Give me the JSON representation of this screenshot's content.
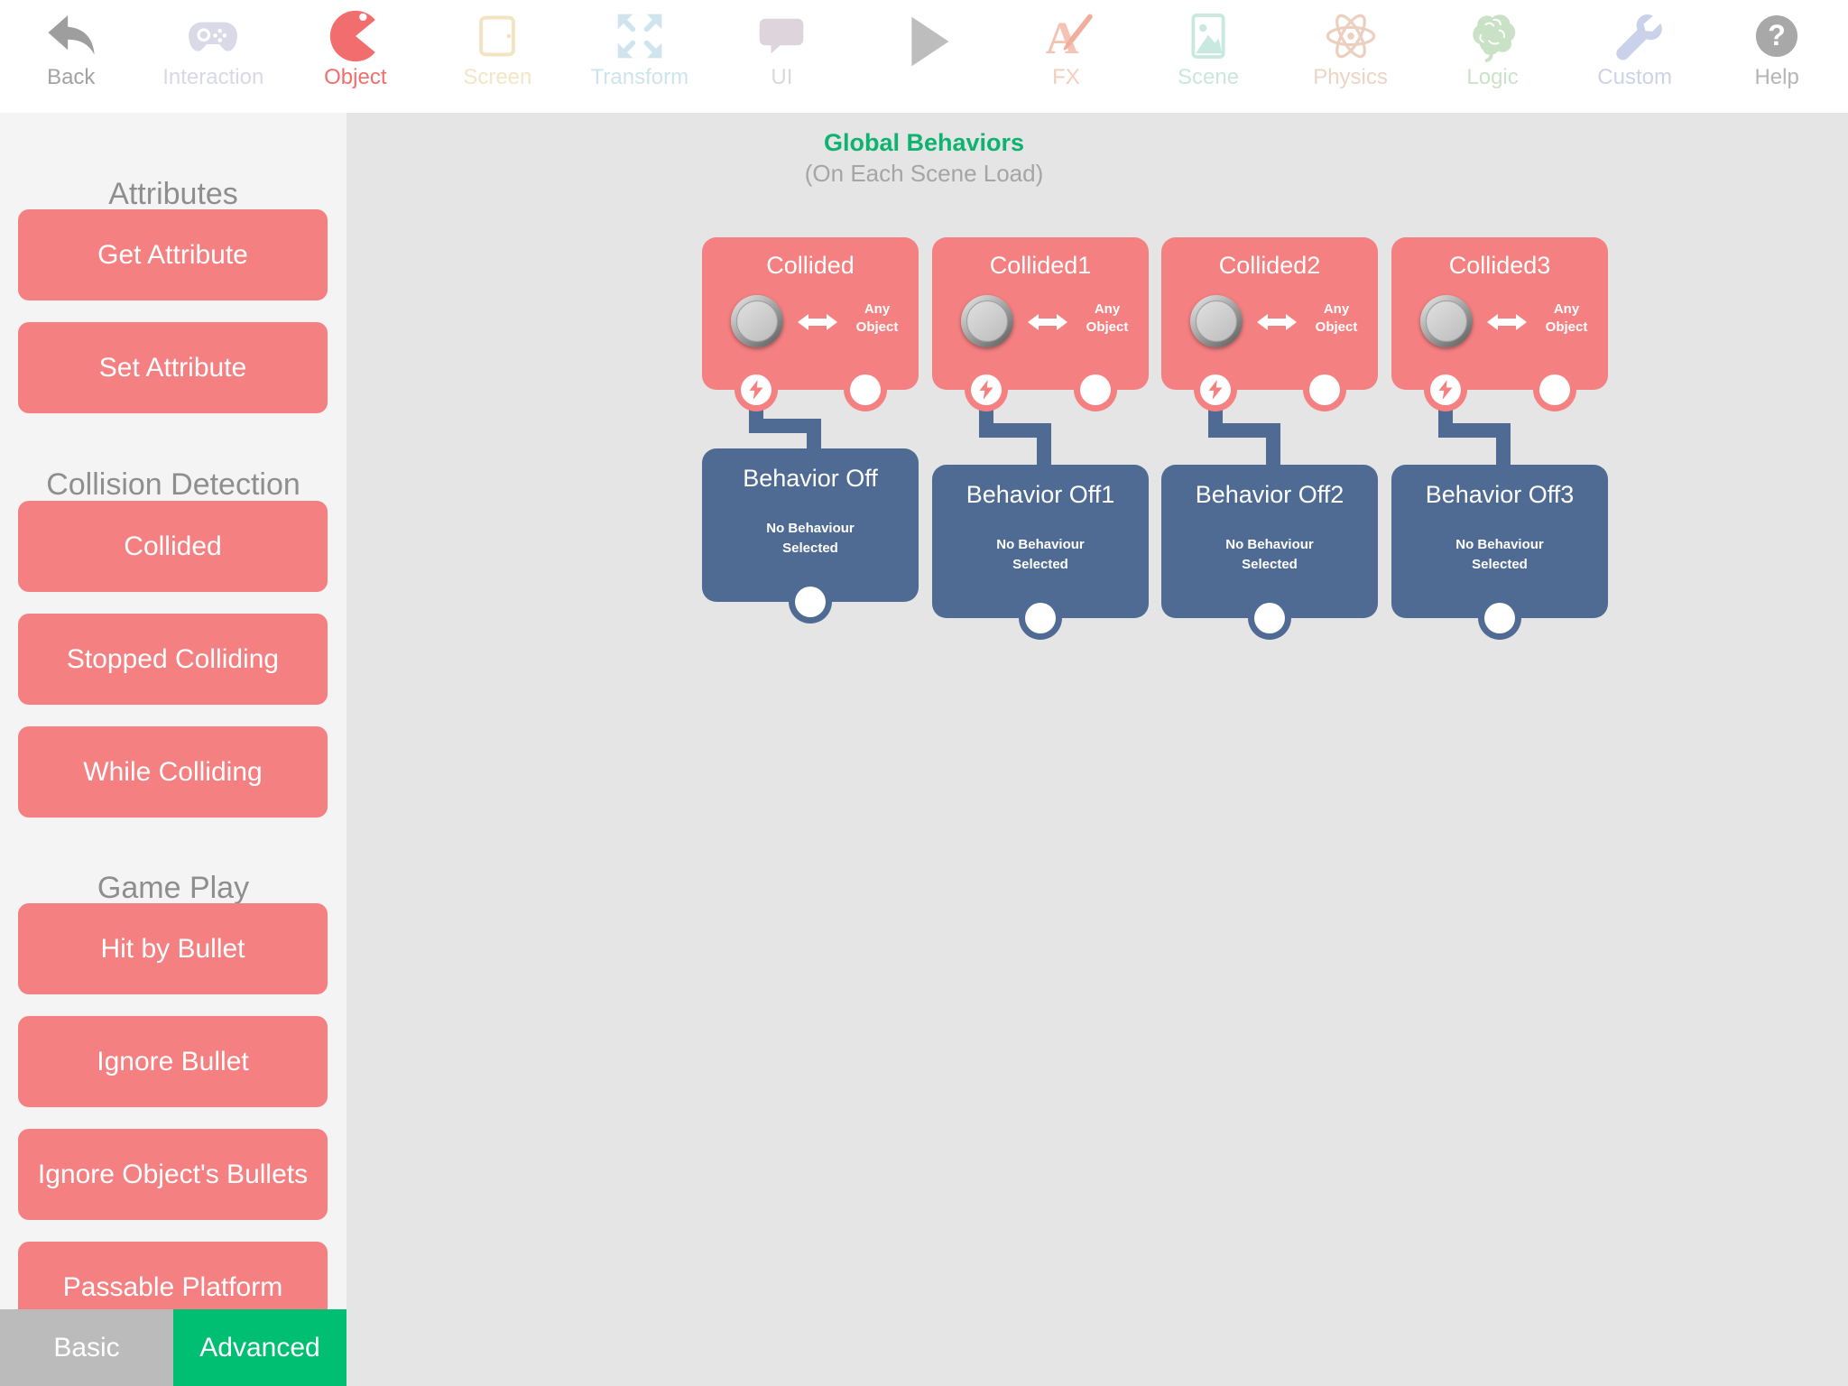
{
  "toolbar": {
    "items": [
      {
        "label": "Back",
        "icon": "back-icon"
      },
      {
        "label": "Interaction",
        "icon": "controller-icon"
      },
      {
        "label": "Object",
        "icon": "pacman-icon",
        "active": true
      },
      {
        "label": "Screen",
        "icon": "tablet-icon"
      },
      {
        "label": "Transform",
        "icon": "expand-icon"
      },
      {
        "label": "UI",
        "icon": "speech-bubble-icon"
      },
      {
        "label": "",
        "icon": "play-icon"
      },
      {
        "label": "FX",
        "icon": "fx-icon"
      },
      {
        "label": "Scene",
        "icon": "image-icon"
      },
      {
        "label": "Physics",
        "icon": "atom-icon"
      },
      {
        "label": "Logic",
        "icon": "brain-icon"
      },
      {
        "label": "Custom",
        "icon": "wrench-icon"
      },
      {
        "label": "Help",
        "icon": "question-icon"
      }
    ]
  },
  "sidebar": {
    "sections": [
      {
        "title": "Attributes",
        "buttons": [
          "Get Attribute",
          "Set Attribute"
        ]
      },
      {
        "title": "Collision Detection",
        "buttons": [
          "Collided",
          "Stopped Colliding",
          "While Colliding"
        ]
      },
      {
        "title": "Game Play",
        "buttons": [
          "Hit by Bullet",
          "Ignore Bullet",
          "Ignore Object's Bullets",
          "Passable Platform"
        ]
      }
    ],
    "tabs": [
      {
        "label": "Basic",
        "active": false
      },
      {
        "label": "Advanced",
        "active": true
      }
    ]
  },
  "canvas": {
    "title": "Global Behaviors",
    "subtitle": "(On Each Scene Load)",
    "triggers": [
      {
        "title": "Collided",
        "target": "Any Object"
      },
      {
        "title": "Collided1",
        "target": "Any Object"
      },
      {
        "title": "Collided2",
        "target": "Any Object"
      },
      {
        "title": "Collided3",
        "target": "Any Object"
      }
    ],
    "behaviors": [
      {
        "title": "Behavior Off",
        "body": "No Behaviour Selected"
      },
      {
        "title": "Behavior Off1",
        "body": "No Behaviour Selected"
      },
      {
        "title": "Behavior Off2",
        "body": "No Behaviour Selected"
      },
      {
        "title": "Behavior Off3",
        "body": "No Behaviour Selected"
      }
    ]
  },
  "colors": {
    "accent_salmon": "#f48081",
    "accent_blue": "#4f6b94",
    "title_green": "#0db36f",
    "tab_green": "#00be72",
    "tab_gray": "#bbbbbb",
    "canvas_bg": "#e5e5e5",
    "sidebar_bg": "#f4f4f4",
    "heading_gray": "#8e8e8e"
  }
}
